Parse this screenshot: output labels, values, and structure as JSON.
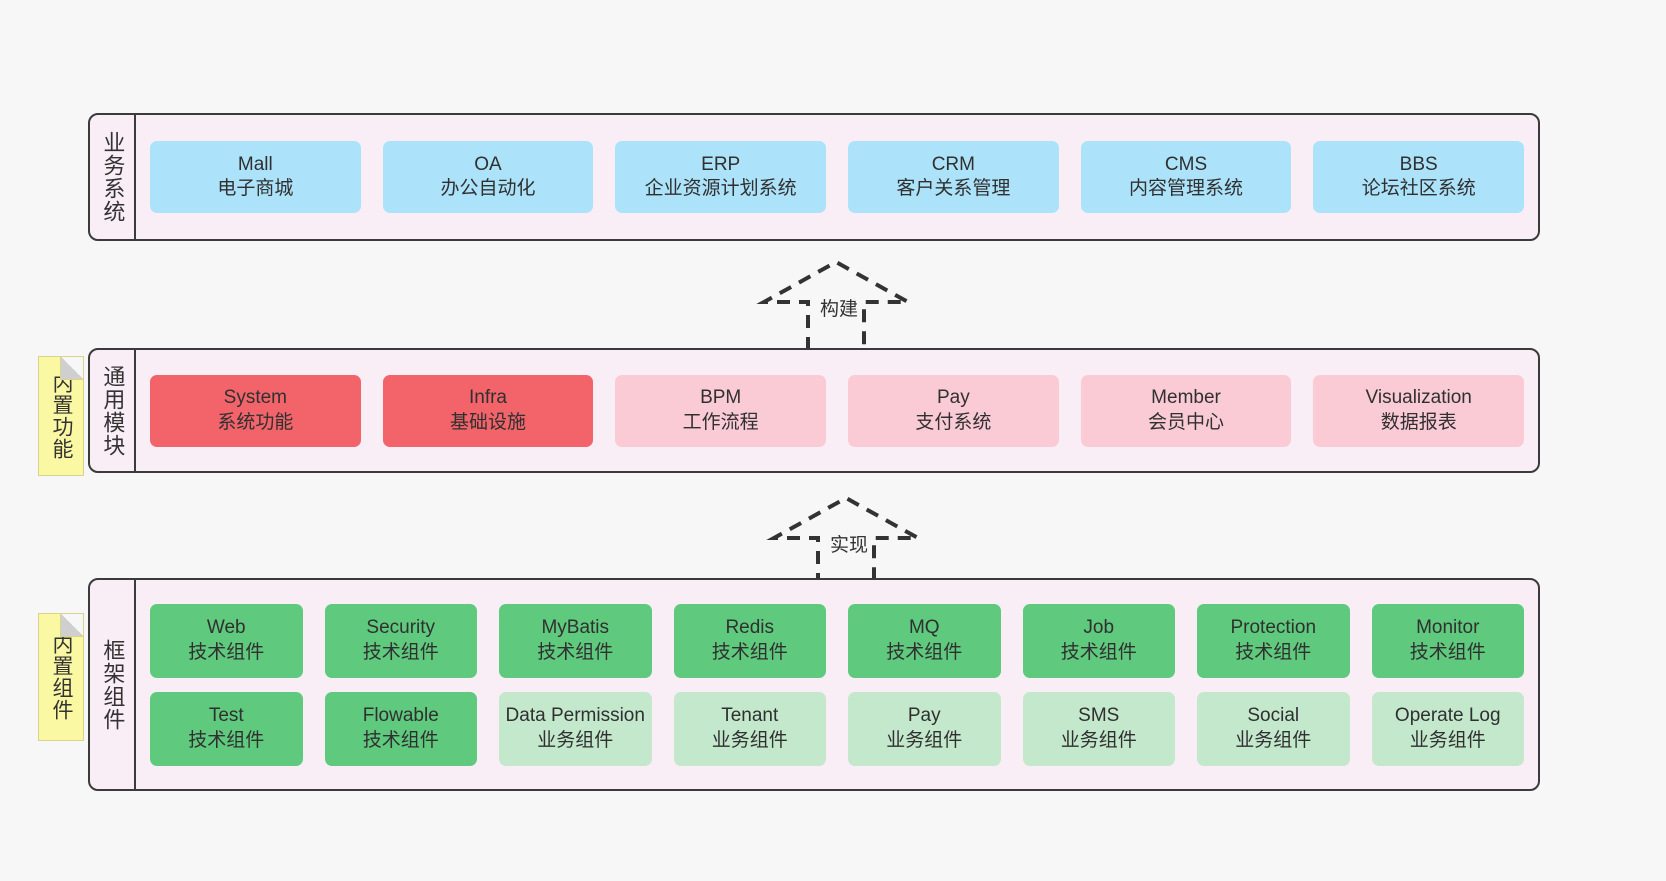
{
  "colors": {
    "band_bg": "#faeef6",
    "band_border": "#3b3b3b",
    "canvas_bg": "#f7f7f7",
    "blue": "#ace3fb",
    "red": "#f2646a",
    "pink": "#fbcbd5",
    "green": "#5fc97d",
    "light_green": "#c3e8cc",
    "note_bg": "#fbf8a4",
    "note_fold": "#cfcfcf"
  },
  "notes": [
    {
      "name": "builtin-function",
      "text": "内置功能"
    },
    {
      "name": "builtin-component",
      "text": "内置组件"
    }
  ],
  "arrows": [
    {
      "name": "build",
      "label": "构建",
      "style": "dashed-hollow-up"
    },
    {
      "name": "implement",
      "label": "实现",
      "style": "dashed-hollow-up"
    }
  ],
  "bands": [
    {
      "name": "business-system",
      "label": "业务系统",
      "rows": [
        [
          {
            "en": "Mall",
            "cn": "电子商城",
            "color": "blue"
          },
          {
            "en": "OA",
            "cn": "办公自动化",
            "color": "blue"
          },
          {
            "en": "ERP",
            "cn": "企业资源计划系统",
            "color": "blue"
          },
          {
            "en": "CRM",
            "cn": "客户关系管理",
            "color": "blue"
          },
          {
            "en": "CMS",
            "cn": "内容管理系统",
            "color": "blue"
          },
          {
            "en": "BBS",
            "cn": "论坛社区系统",
            "color": "blue"
          }
        ]
      ]
    },
    {
      "name": "common-module",
      "label": "通用模块",
      "rows": [
        [
          {
            "en": "System",
            "cn": "系统功能",
            "color": "red"
          },
          {
            "en": "Infra",
            "cn": "基础设施",
            "color": "red"
          },
          {
            "en": "BPM",
            "cn": "工作流程",
            "color": "pink"
          },
          {
            "en": "Pay",
            "cn": "支付系统",
            "color": "pink"
          },
          {
            "en": "Member",
            "cn": "会员中心",
            "color": "pink"
          },
          {
            "en": "Visualization",
            "cn": "数据报表",
            "color": "pink"
          }
        ]
      ]
    },
    {
      "name": "framework-component",
      "label": "框架组件",
      "rows": [
        [
          {
            "en": "Web",
            "cn": "技术组件",
            "color": "green"
          },
          {
            "en": "Security",
            "cn": "技术组件",
            "color": "green"
          },
          {
            "en": "MyBatis",
            "cn": "技术组件",
            "color": "green"
          },
          {
            "en": "Redis",
            "cn": "技术组件",
            "color": "green"
          },
          {
            "en": "MQ",
            "cn": "技术组件",
            "color": "green"
          },
          {
            "en": "Job",
            "cn": "技术组件",
            "color": "green"
          },
          {
            "en": "Protection",
            "cn": "技术组件",
            "color": "green"
          },
          {
            "en": "Monitor",
            "cn": "技术组件",
            "color": "green"
          }
        ],
        [
          {
            "en": "Test",
            "cn": "技术组件",
            "color": "green"
          },
          {
            "en": "Flowable",
            "cn": "技术组件",
            "color": "green"
          },
          {
            "en": "Data Permission",
            "cn": "业务组件",
            "color": "light_green"
          },
          {
            "en": "Tenant",
            "cn": "业务组件",
            "color": "light_green"
          },
          {
            "en": "Pay",
            "cn": "业务组件",
            "color": "light_green"
          },
          {
            "en": "SMS",
            "cn": "业务组件",
            "color": "light_green"
          },
          {
            "en": "Social",
            "cn": "业务组件",
            "color": "light_green"
          },
          {
            "en": "Operate Log",
            "cn": "业务组件",
            "color": "light_green"
          }
        ]
      ]
    }
  ]
}
